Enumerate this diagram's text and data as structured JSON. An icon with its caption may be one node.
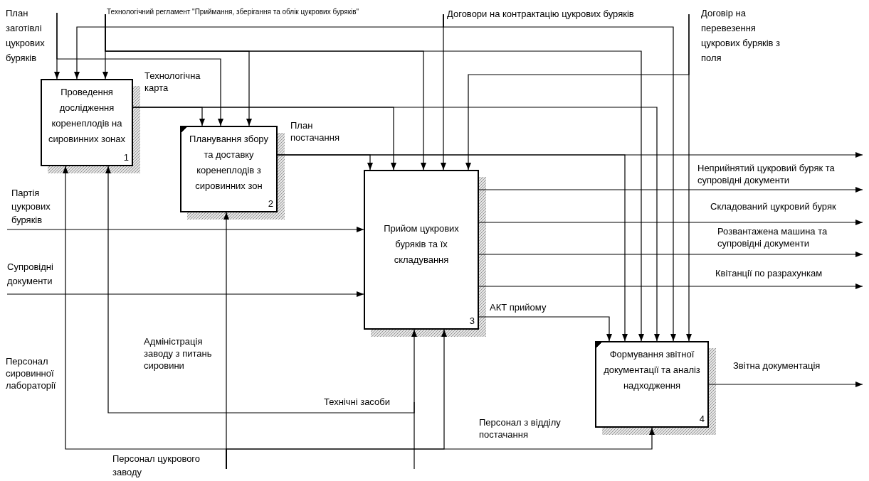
{
  "diagram": {
    "nodes": [
      {
        "text": [
          "Проведення дослідження коренеплодів на сировинних зонах",
          "1"
        ]
      },
      {
        "text": [
          "Планування збору та доставку коренеплодів з сировинних зон",
          "2"
        ]
      },
      {
        "text": [
          "Прийом цукрових буряків та їх складування",
          "3"
        ]
      },
      {
        "text": [
          "Формування звітної документації та аналіз надходження",
          "4"
        ]
      },
      {
        "text": [
          "План заготівлі цукрових буряків"
        ]
      },
      {
        "text": [
          "Технологічний регламент \"Приймання, зберігання та облік цукрових буряків\""
        ]
      },
      {
        "text": [
          "Договори на контрактацію цукрових буряків"
        ]
      },
      {
        "text": [
          "Договір на перевезення цукрових буряків з поля"
        ]
      },
      {
        "text": [
          "Партія цукрових буряків"
        ]
      },
      {
        "text": [
          "Супровідні документи"
        ]
      },
      {
        "text": [
          "Технічні засоби"
        ]
      },
      {
        "text": [
          "Персонал цукрового заводу"
        ]
      }
    ],
    "edges": [
      {
        "from": 4,
        "to": 0,
        "arrow": "to"
      },
      {
        "from": 4,
        "to": 1,
        "arrow": "to"
      },
      {
        "from": 5,
        "to": 0,
        "arrow": "to"
      },
      {
        "from": 5,
        "to": 1,
        "arrow": "to"
      },
      {
        "from": 5,
        "to": 2,
        "arrow": "to"
      },
      {
        "from": 5,
        "to": 3,
        "arrow": "to"
      },
      {
        "from": 6,
        "to": 0,
        "arrow": "to"
      },
      {
        "from": 6,
        "to": 2,
        "arrow": "to"
      },
      {
        "from": 6,
        "to": 3,
        "arrow": "to"
      },
      {
        "from": 7,
        "to": 2,
        "arrow": "to"
      },
      {
        "from": 7,
        "to": 3,
        "arrow": "to"
      },
      {
        "from": 0,
        "to": 1,
        "arrow": "to",
        "label": "Технологічна карта"
      },
      {
        "from": 0,
        "to": 2,
        "arrow": "to"
      },
      {
        "from": 0,
        "to": 3,
        "arrow": "to"
      },
      {
        "from": 1,
        "to": 2,
        "arrow": "to",
        "label": "План постачання"
      },
      {
        "from": 1,
        "to": 3,
        "arrow": "to"
      },
      {
        "from": 1,
        "to": null,
        "arrow": "to"
      },
      {
        "from": 8,
        "to": 2,
        "arrow": "to"
      },
      {
        "from": 9,
        "to": 2,
        "arrow": "to"
      },
      {
        "from": 2,
        "to": null,
        "arrow": "to",
        "label": "Неприйнятий цукровий буряк та супровідні документи"
      },
      {
        "from": 2,
        "to": null,
        "arrow": "to",
        "label": "Складований цукровий буряк"
      },
      {
        "from": 2,
        "to": null,
        "arrow": "to",
        "label": "Розвантажена машина та супровідні документи"
      },
      {
        "from": 2,
        "to": null,
        "arrow": "to",
        "label": "Квітанції по разрахункам"
      },
      {
        "from": 2,
        "to": 3,
        "arrow": "to",
        "label": "АКТ прийому"
      },
      {
        "from": 3,
        "to": null,
        "arrow": "to",
        "label": "Звітна документація"
      },
      {
        "from": 10,
        "to": 2,
        "arrow": "to"
      },
      {
        "from": 10,
        "to": 0,
        "arrow": "to"
      },
      {
        "from": 11,
        "to": 0,
        "arrow": "to",
        "label": "Персонал сировинної лабораторії"
      },
      {
        "from": 11,
        "to": 1,
        "arrow": "to",
        "label": "Адміністрація заводу з питань сировини"
      },
      {
        "from": 11,
        "to": 2,
        "arrow": "to"
      },
      {
        "from": 11,
        "to": 3,
        "arrow": "to",
        "label": "Персонал з відділу постачання"
      }
    ]
  }
}
